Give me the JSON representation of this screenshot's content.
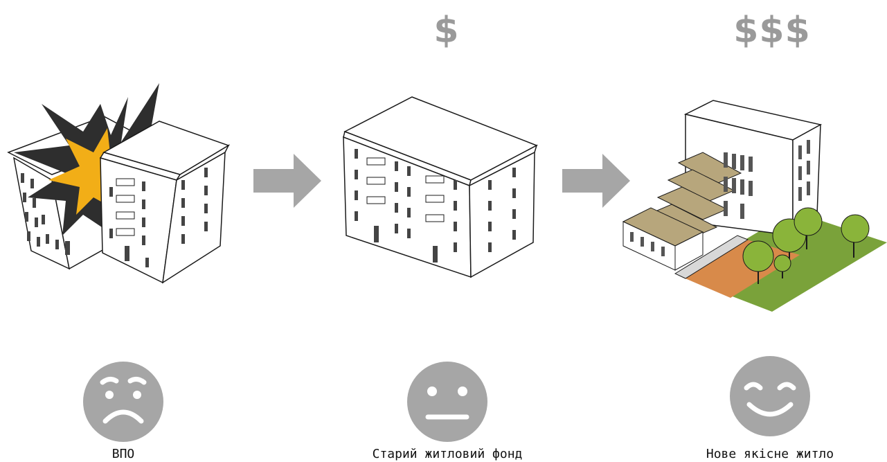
{
  "stages": [
    {
      "label": "ВПО",
      "price": "",
      "mood": "sad"
    },
    {
      "label": "Старий житловий фонд",
      "price": "$",
      "mood": "neutral"
    },
    {
      "label": "Нове якісне житло",
      "price": "$$$",
      "mood": "happy"
    }
  ],
  "colors": {
    "grey": "#a6a6a6",
    "price": "#9a9a9a",
    "explosion_yellow": "#f2ae17",
    "explosion_dark": "#2e2e2e",
    "terrace": "#b7a67c",
    "path": "#d88a4a",
    "lawn": "#7aa23a",
    "tree": "#8ab43a"
  }
}
